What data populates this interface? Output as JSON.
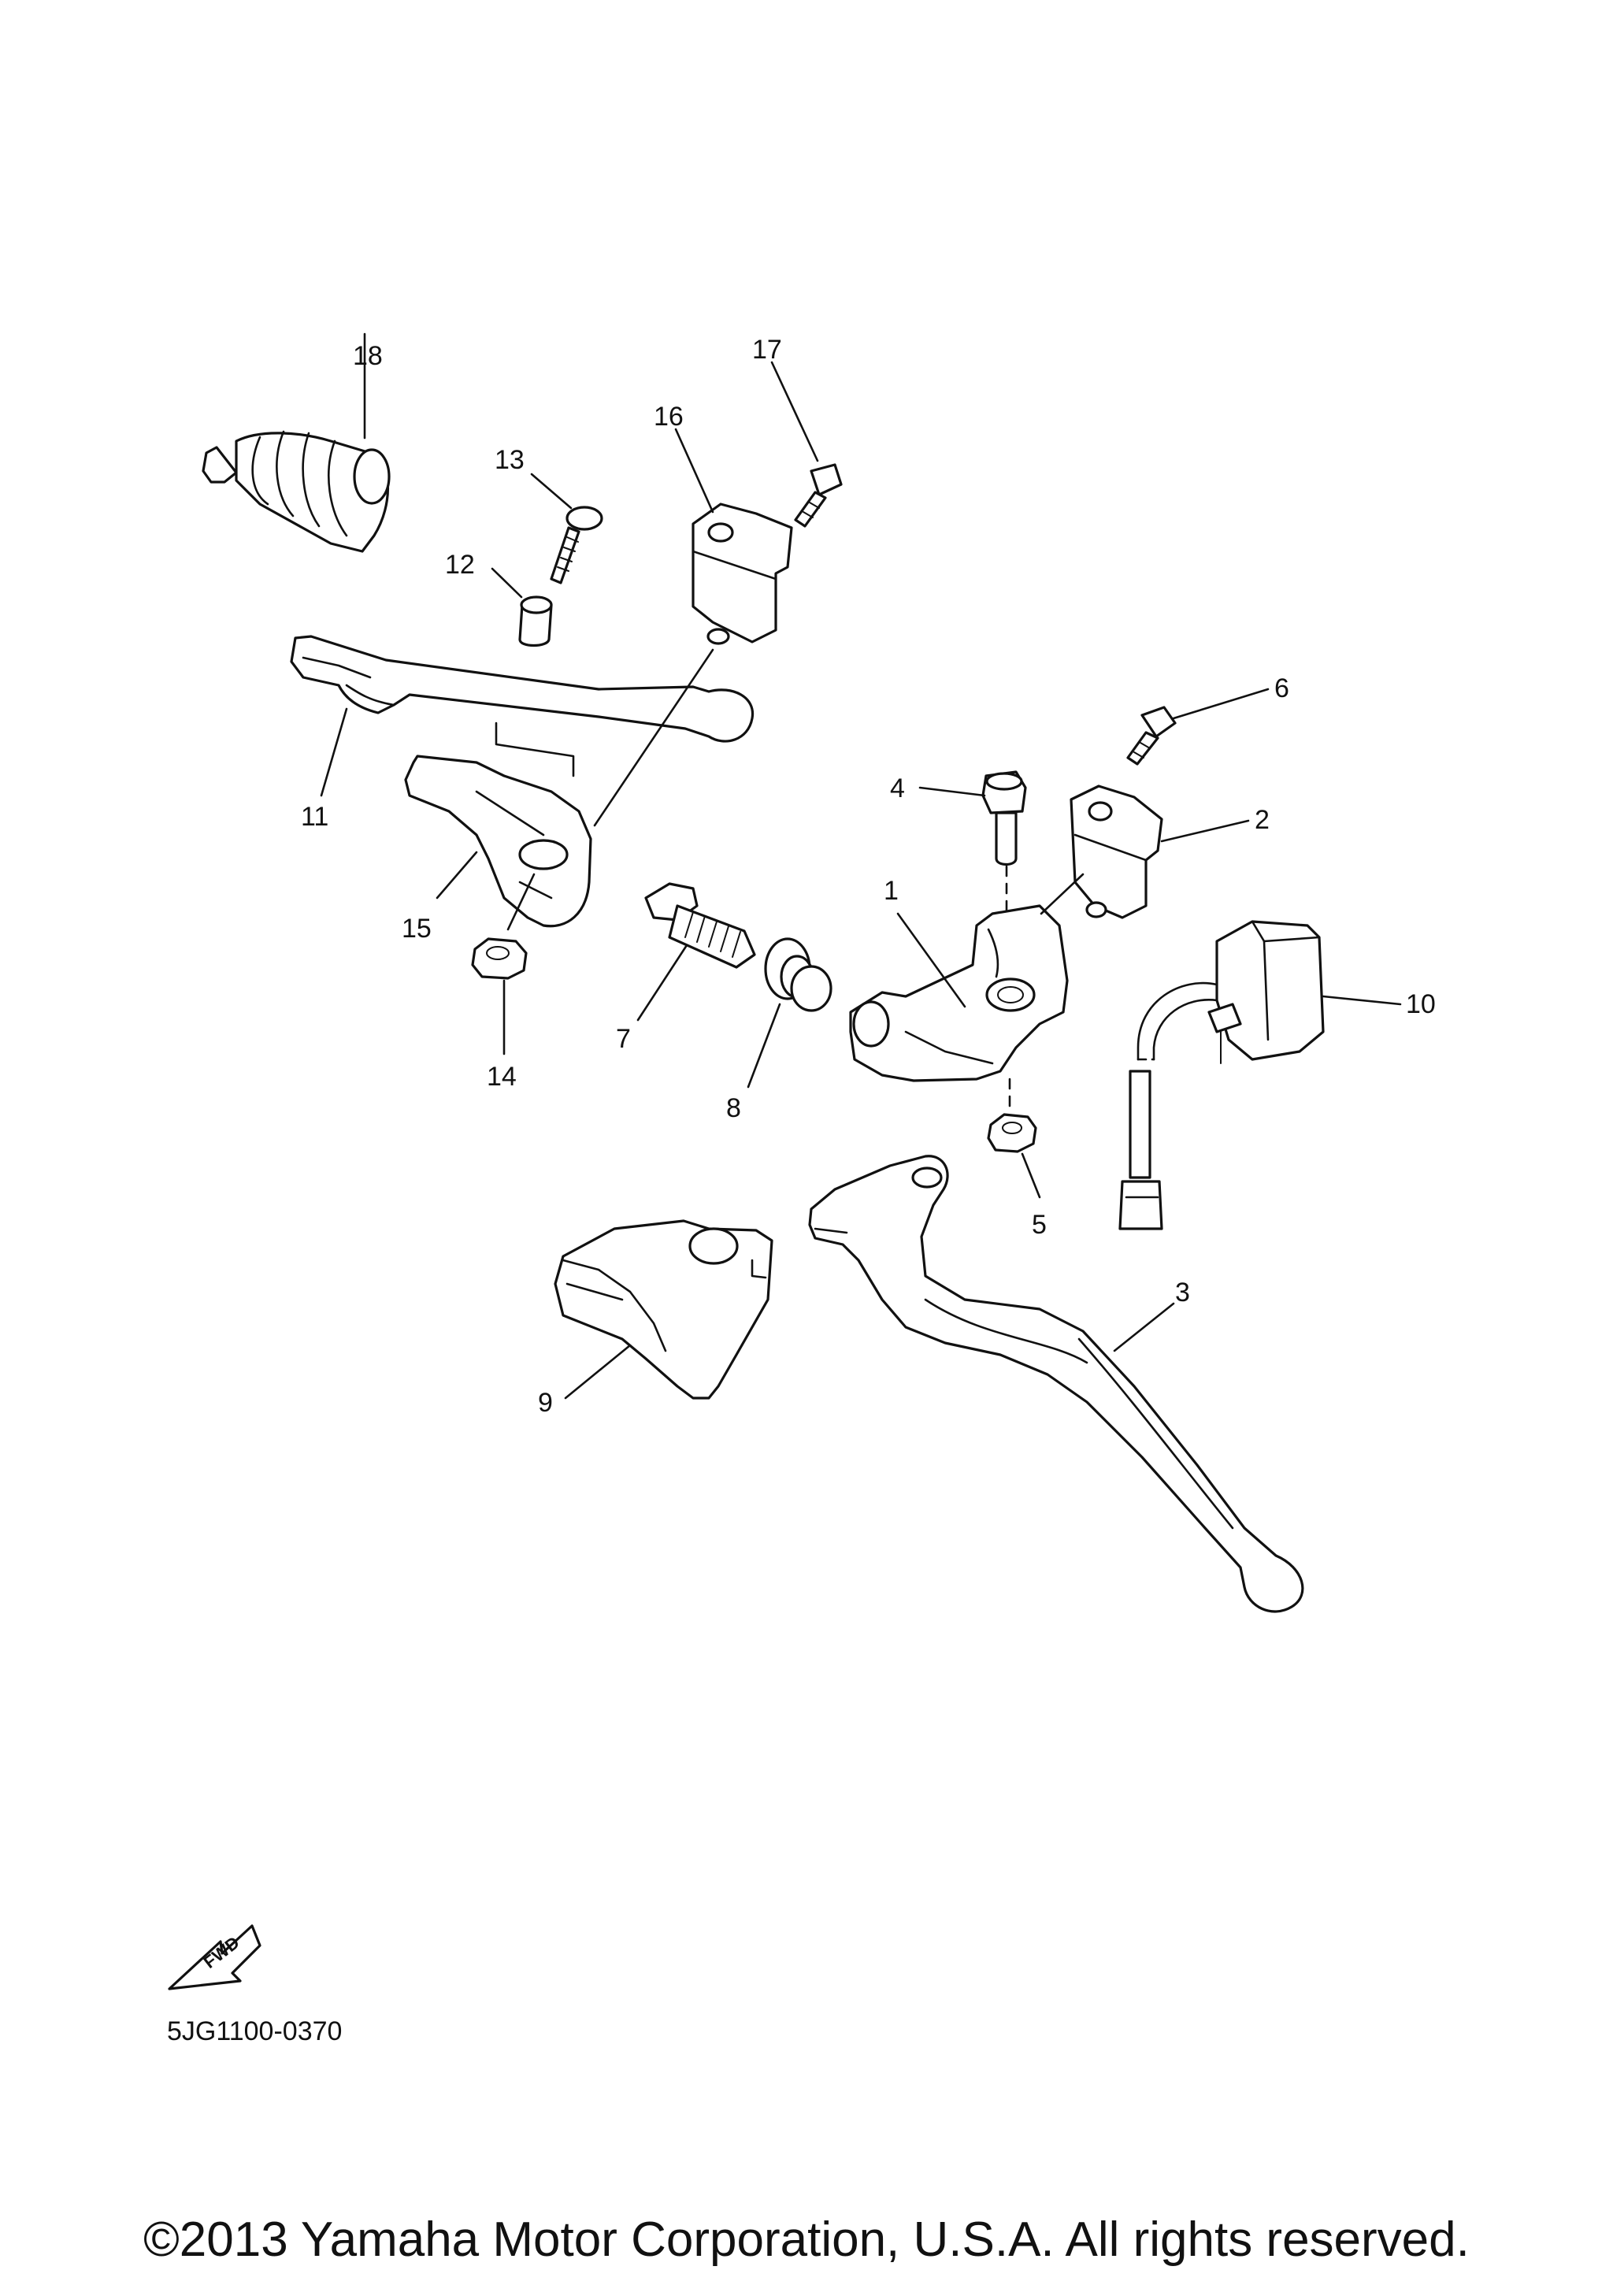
{
  "callouts": [
    {
      "id": "1",
      "label": "1"
    },
    {
      "id": "2",
      "label": "2"
    },
    {
      "id": "3",
      "label": "3"
    },
    {
      "id": "4",
      "label": "4"
    },
    {
      "id": "5",
      "label": "5"
    },
    {
      "id": "6",
      "label": "6"
    },
    {
      "id": "7",
      "label": "7"
    },
    {
      "id": "8",
      "label": "8"
    },
    {
      "id": "9",
      "label": "9"
    },
    {
      "id": "10",
      "label": "10"
    },
    {
      "id": "11",
      "label": "11"
    },
    {
      "id": "12",
      "label": "12"
    },
    {
      "id": "13",
      "label": "13"
    },
    {
      "id": "14",
      "label": "14"
    },
    {
      "id": "15",
      "label": "15"
    },
    {
      "id": "16",
      "label": "16"
    },
    {
      "id": "17",
      "label": "17"
    },
    {
      "id": "18",
      "label": "18"
    }
  ],
  "fwd_label": "FWD",
  "diagram_code": "5JG1100-0370",
  "copyright": "©2013 Yamaha Motor Corporation, U.S.A. All rights reserved."
}
